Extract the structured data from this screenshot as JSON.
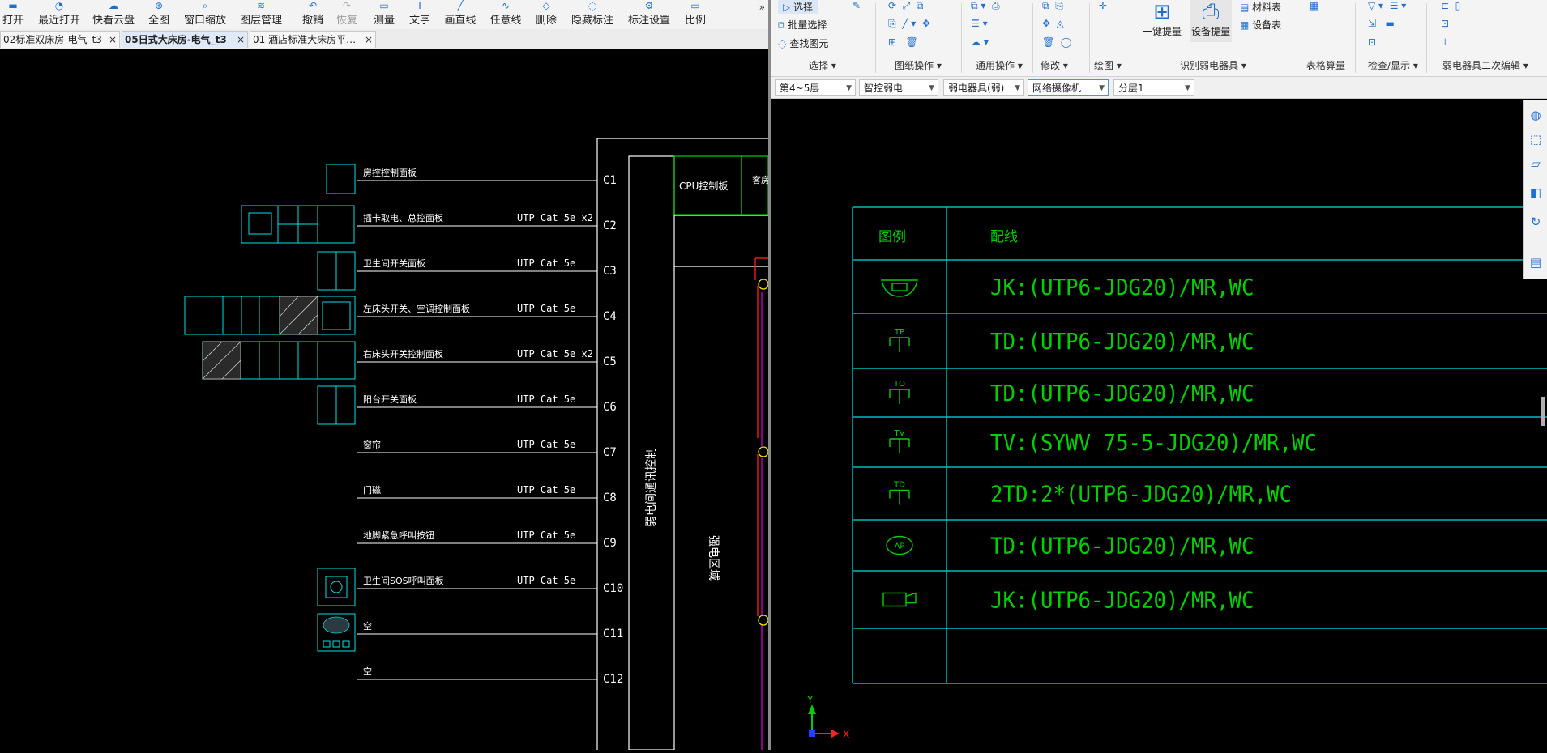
{
  "left_toolbar": {
    "buttons": [
      {
        "label": "打开",
        "icon": "folder-open-icon"
      },
      {
        "label": "最近打开",
        "icon": "recent-files-icon"
      },
      {
        "label": "快看云盘",
        "icon": "cloud-drive-icon"
      },
      {
        "label": "全图",
        "icon": "fit-all-icon"
      },
      {
        "label": "窗口缩放",
        "icon": "zoom-window-icon"
      },
      {
        "label": "图层管理",
        "icon": "layers-icon"
      },
      {
        "label": "撤销",
        "icon": "undo-icon"
      },
      {
        "label": "恢复",
        "icon": "redo-icon"
      },
      {
        "label": "测量",
        "icon": "measure-icon"
      },
      {
        "label": "文字",
        "icon": "text-icon"
      },
      {
        "label": "画直线",
        "icon": "line-icon"
      },
      {
        "label": "任意线",
        "icon": "polyline-icon"
      },
      {
        "label": "删除",
        "icon": "erase-icon"
      },
      {
        "label": "隐藏标注",
        "icon": "hide-annotation-icon"
      },
      {
        "label": "标注设置",
        "icon": "annotation-settings-icon"
      },
      {
        "label": "比例",
        "icon": "scale-icon"
      }
    ],
    "more": "»"
  },
  "doc_tabs": [
    {
      "label": "02标准双床房-电气_t3",
      "active": false
    },
    {
      "label": "05日式大床房-电气_t3",
      "active": true
    },
    {
      "label": "01 酒店标准大床房平…",
      "active": false
    }
  ],
  "drawing_left": {
    "rows": [
      {
        "name": "房控控制面板",
        "cable": "",
        "code": "C1"
      },
      {
        "name": "插卡取电、总控面板",
        "cable": "UTP Cat 5e x2",
        "code": "C2"
      },
      {
        "name": "卫生间开关面板",
        "cable": "UTP Cat 5e",
        "code": "C3"
      },
      {
        "name": "左床头开关、空调控制面板",
        "cable": "UTP Cat 5e",
        "code": "C4"
      },
      {
        "name": "右床头开关控制面板",
        "cable": "UTP Cat 5e x2",
        "code": "C5"
      },
      {
        "name": "阳台开关面板",
        "cable": "UTP Cat 5e",
        "code": "C6"
      },
      {
        "name": "窗帘",
        "cable": "UTP Cat 5e",
        "code": "C7"
      },
      {
        "name": "门磁",
        "cable": "UTP Cat 5e",
        "code": "C8"
      },
      {
        "name": "地脚紧急呼叫按钮",
        "cable": "UTP Cat 5e",
        "code": "C9"
      },
      {
        "name": "卫生间SOS呼叫面板",
        "cable": "UTP Cat 5e",
        "code": "C10"
      },
      {
        "name": "空",
        "cable": "",
        "code": "C11"
      },
      {
        "name": "空",
        "cable": "",
        "code": "C12"
      }
    ],
    "cpu_label": "CPU控制板",
    "cpu_cut_label": "客房",
    "rcu_label": "弱电间通讯控制",
    "bus_label": "强电区域"
  },
  "ribbon": {
    "select_items": [
      "选择",
      "批量选择",
      "查找图元"
    ],
    "big_buttons": [
      "一键提量",
      "设备提量"
    ],
    "small_buttons": [
      "材料表",
      "设备表"
    ],
    "groups": [
      "选择",
      "图纸操作",
      "通用操作",
      "修改",
      "绘图",
      "识别弱电器具",
      "表格算量",
      "检查/显示",
      "弱电器具二次编辑"
    ]
  },
  "options": {
    "floor": "第4~5层",
    "discipline": "智控弱电",
    "category": "弱电器具(弱)",
    "type": "网络摄像机",
    "layer": "分层1"
  },
  "legend": {
    "col_symbol": "图例",
    "col_wiring": "配线",
    "rows": [
      {
        "symbol": "camera-dome-icon",
        "symbol_text": "",
        "wiring": "JK:(UTP6-JDG20)/MR,WC"
      },
      {
        "symbol": "outlet-tp-icon",
        "symbol_text": "TP",
        "wiring": "TD:(UTP6-JDG20)/MR,WC"
      },
      {
        "symbol": "outlet-to-icon",
        "symbol_text": "TO",
        "wiring": "TD:(UTP6-JDG20)/MR,WC"
      },
      {
        "symbol": "outlet-tv-icon",
        "symbol_text": "TV",
        "wiring": "TV:(SYWV 75-5-JDG20)/MR,WC"
      },
      {
        "symbol": "outlet-td-icon",
        "symbol_text": "TD",
        "wiring": "2TD:2*(UTP6-JDG20)/MR,WC"
      },
      {
        "symbol": "access-point-icon",
        "symbol_text": "AP",
        "wiring": "TD:(UTP6-JDG20)/MR,WC"
      },
      {
        "symbol": "camera-bullet-icon",
        "symbol_text": "",
        "wiring": "JK:(UTP6-JDG20)/MR,WC"
      },
      {
        "symbol": "",
        "symbol_text": "",
        "wiring": ""
      }
    ]
  },
  "ucs": {
    "x": "X",
    "y": "Y"
  },
  "colors": {
    "cad_cyan": "#00e0e0",
    "cad_green": "#00d000",
    "cad_red": "#ff2020",
    "cad_yellow": "#f0e000",
    "cad_bg": "#000000"
  }
}
